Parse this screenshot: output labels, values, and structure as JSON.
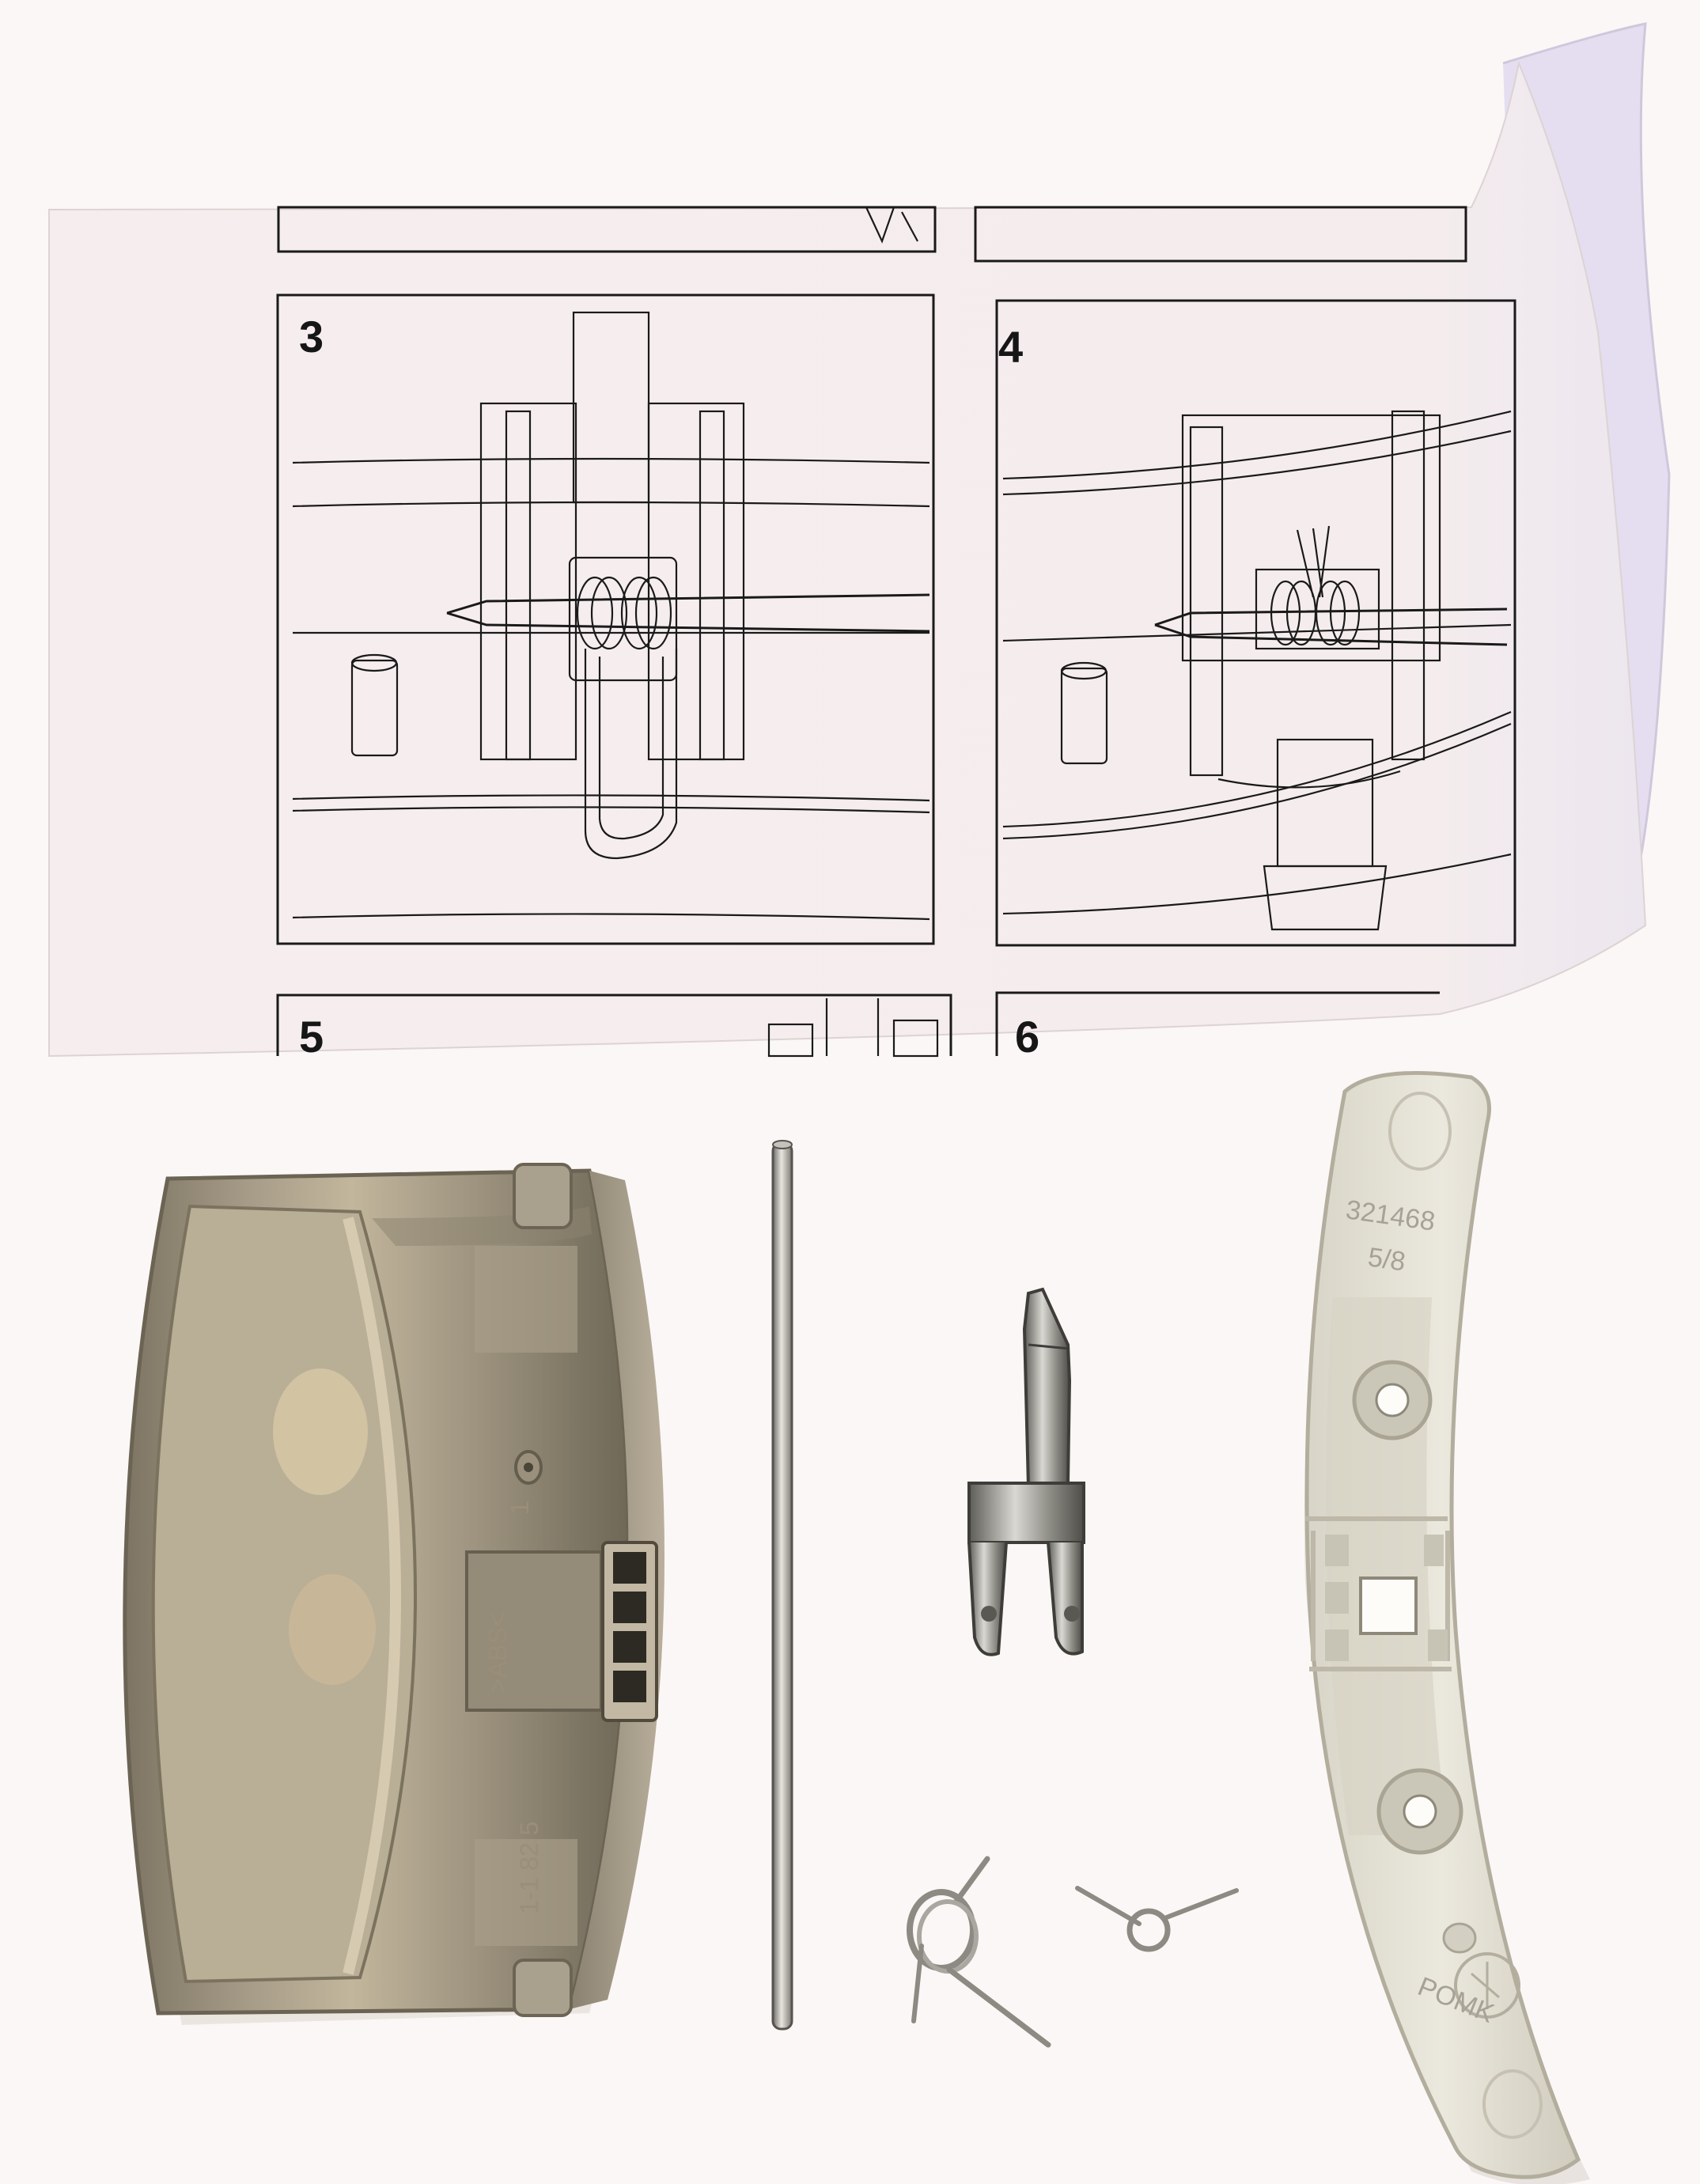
{
  "instruction_sheet": {
    "panels": [
      {
        "number": "3"
      },
      {
        "number": "4"
      },
      {
        "number": "5"
      },
      {
        "number": "6"
      }
    ]
  },
  "parts": {
    "handle_markings": {
      "number": "1",
      "material": ">ABS<",
      "code": "1-1 82 5"
    },
    "bracket_markings": {
      "part_number": "321468",
      "revision": "5/8",
      "stamp": "POMK"
    }
  },
  "colors": {
    "background": "#fbf7f6",
    "paper": "#f6eded",
    "handle": "#9c9280",
    "bracket": "#e4e1d5",
    "metal": "#b6b5ad"
  }
}
